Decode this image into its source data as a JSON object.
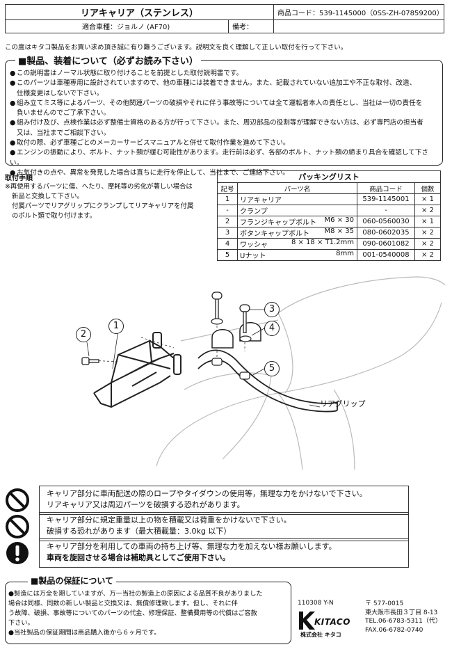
{
  "header": {
    "title": "リアキャリア（ステンレス）",
    "product_code_label": "商品コード：",
    "product_code": "539-1145000（0SS-ZH-07859200）",
    "model_label": "適合車種：",
    "model_value": "ジョルノ (AF70)",
    "notes_label": "備考："
  },
  "intro": "この度はキタコ製品をお買い求め頂き誠に有り難うございます。説明文を良く理解して正しい取付を行って下さい。",
  "notice": {
    "heading": "■製品、装着について（必ずお読み下さい）",
    "items": [
      "この説明書はノーマル状態に取り付けることを前提とした取付説明書です。",
      "このパーツは車種専用に設計されていますので、他の車種には装着できません。また、記載されていない追加工や不正な取付、改造、",
      "仕様変更はしないで下さい。",
      "組み立てミス等によるパーツ、その他関連パーツの破損やそれに伴う事故等については全て運転者本人の責任とし、当社は一切の責任を",
      "負いませんのでご了承下さい。",
      "組み付け及び、点検作業は必ず整備士資格のある方が行って下さい。また、周辺部品の役割等が理解できない方は、必ず専門店の担当者",
      "又は、当社までご相談下さい。",
      "取付の際、必ず車種ごとのメーカーサービスマニュアルと併せて取付作業を進めて下さい。",
      "エンジンの振動により、ボルト、ナット類が緩む可能性があります。走行前は必ず、各部のボルト、ナット類の締まり具合を確認して下さい。",
      "お気付きの点や、異常を発見した場合は直ちに走行を停止して、当社まで、ご連絡下さい。"
    ]
  },
  "procedure": {
    "heading": "取付手順",
    "lines": [
      "※再使用するパーツに傷、へたり、摩耗等の劣化が著しい場合は",
      "新品と交換して下さい。",
      "付属パーツでリアグリップにクランプしてリアキャリアを付属",
      "のボルト類で取り付けます。"
    ]
  },
  "packing": {
    "title": "パッキングリスト",
    "headers": [
      "記号",
      "パーツ名",
      "商品コード",
      "個数"
    ],
    "rows": [
      {
        "no": "1",
        "name": "リアキャリア",
        "spec": "",
        "code": "539-1145001",
        "qty": "× 1"
      },
      {
        "no": "-",
        "name": "クランプ",
        "spec": "",
        "code": "-",
        "qty": "× 2"
      },
      {
        "no": "2",
        "name": "フランジキャップボルト",
        "spec": "M6 × 30",
        "code": "060-0560030",
        "qty": "× 1"
      },
      {
        "no": "3",
        "name": "ボタンキャップボルト",
        "spec": "M8 × 35",
        "code": "080-0602035",
        "qty": "× 2"
      },
      {
        "no": "4",
        "name": "ワッシャ",
        "spec": "8 × 18 × T1.2mm",
        "code": "090-0601082",
        "qty": "× 2"
      },
      {
        "no": "5",
        "name": "Uナット",
        "spec": "8mm",
        "code": "001-0540008",
        "qty": "× 2"
      }
    ]
  },
  "diagram": {
    "callouts": [
      "1",
      "2",
      "3",
      "4",
      "5"
    ],
    "grip_label": "リアグリップ"
  },
  "warnings": [
    {
      "icon": "prohibition-icon",
      "lines": [
        "キャリア部分に車両配送の際のロープやタイダウンの使用等，無理な力をかけないで下さい。",
        "リアキャリア又は周辺パーツを破損する恐れがあります。"
      ]
    },
    {
      "icon": "prohibition-icon",
      "lines": [
        "キャリア部分に規定重量以上の物を積載又は荷重をかけないで下さい。",
        "破損する恐れがあります（最大積載量：3.0kg 以下）"
      ]
    },
    {
      "icon": "exclamation-icon",
      "lines": [
        "キャリア部分を利用しての車両の持ち上げ等、無理な力を加えない様お願いします。",
        "車両を旋回させる場合は補助具としてご使用下さい。"
      ]
    }
  ],
  "warranty": {
    "heading": "■製品の保証について",
    "lines": [
      "●製造には万全を期していますが、万一当社の製造上の原因による品質不良がありました",
      "場合は同様、同数の新しい製品と交換又は、無償修理致します。但し、それに伴",
      "う故障、破損、事故等についてのパーツの代金、修理保証、整備費用等の代償はご容赦",
      "下さい。",
      "●当社製品の保証期間は商品購入後から６ヶ月です。"
    ]
  },
  "footer": {
    "doc_id": "110308 Y-N",
    "brand": "KITACO",
    "company": "株式会社 キタコ",
    "postal": "〒 577-0015",
    "address": "東大阪市長田３丁目 8-13",
    "tel": "TEL.06-6783-5311（代）",
    "fax": "FAX.06-6782-0740"
  }
}
